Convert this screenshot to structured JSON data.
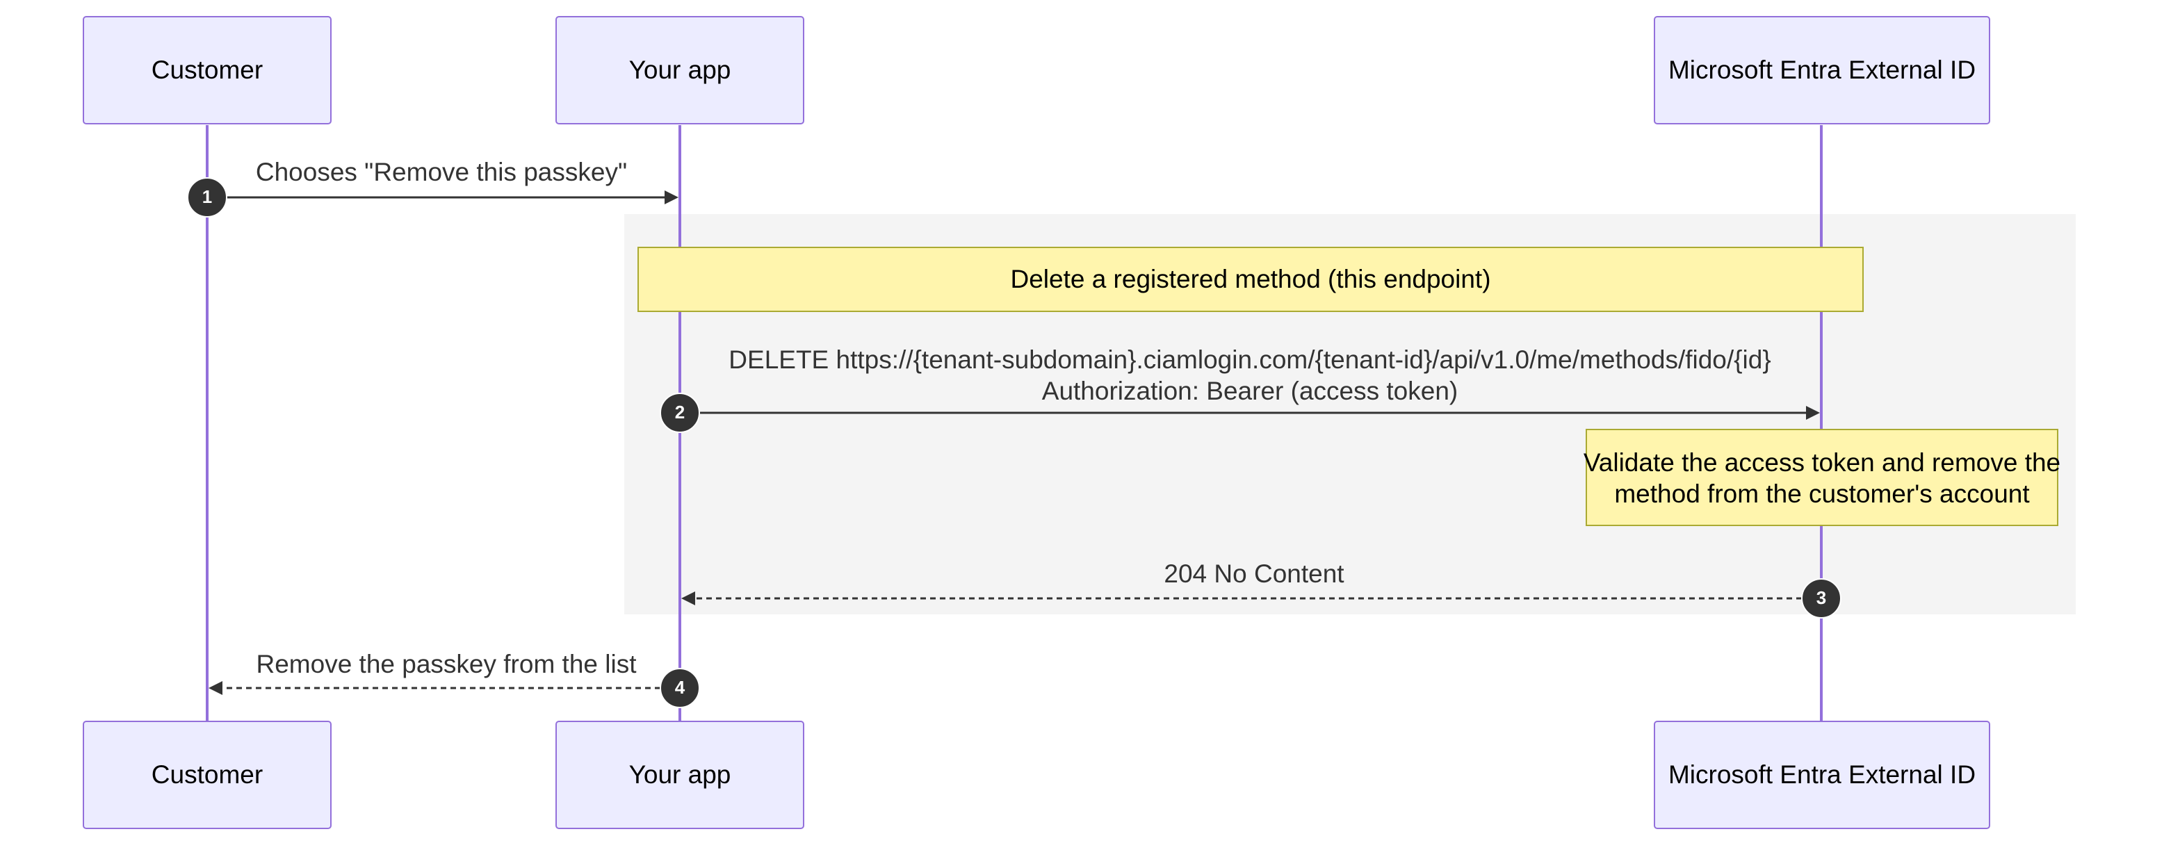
{
  "colors": {
    "actor_fill": "#ececff",
    "actor_stroke": "#9370db",
    "note_fill": "#fff5ad",
    "note_stroke": "#aaaa33",
    "group_fill": "#f4f4f4",
    "line": "#333333"
  },
  "participants": [
    {
      "id": "customer",
      "label": "Customer"
    },
    {
      "id": "app",
      "label": "Your app"
    },
    {
      "id": "entra",
      "label": "Microsoft Entra External ID"
    }
  ],
  "group_note": "Delete a registered method (this endpoint)",
  "messages": [
    {
      "step": "1",
      "from": "customer",
      "to": "app",
      "style": "solid",
      "lines": [
        "Chooses \"Remove this passkey\""
      ]
    },
    {
      "step": "2",
      "from": "app",
      "to": "entra",
      "style": "solid",
      "lines": [
        "DELETE https://{tenant-subdomain}.ciamlogin.com/{tenant-id}/api/v1.0/me/methods/fido/{id}",
        "Authorization: Bearer (access token)"
      ]
    },
    {
      "step": "3",
      "from": "entra",
      "to": "app",
      "style": "dashed",
      "lines": [
        "204 No Content"
      ]
    },
    {
      "step": "4",
      "from": "app",
      "to": "customer",
      "style": "dashed",
      "lines": [
        "Remove the passkey from the list"
      ]
    }
  ],
  "side_note": {
    "over": "entra",
    "lines": [
      "Validate the access token and remove the",
      "method from the customer's account"
    ]
  }
}
